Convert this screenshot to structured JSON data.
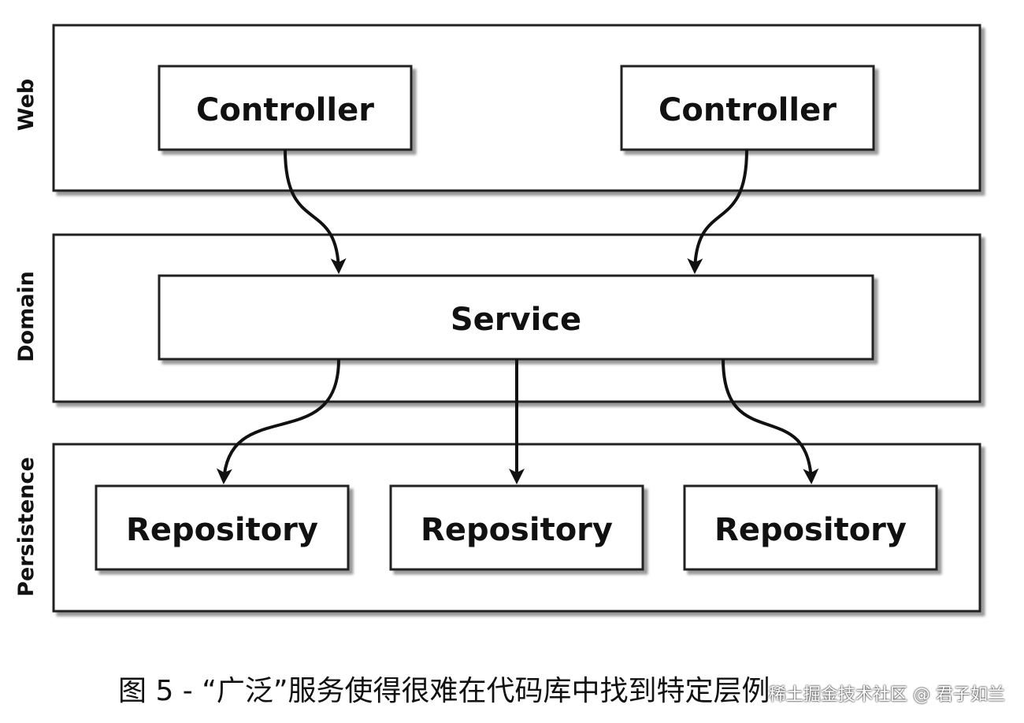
{
  "layers": [
    {
      "label": "Web"
    },
    {
      "label": "Domain"
    },
    {
      "label": "Persistence"
    }
  ],
  "boxes": {
    "controller_left": "Controller",
    "controller_right": "Controller",
    "service": "Service",
    "repository_left": "Repository",
    "repository_middle": "Repository",
    "repository_right": "Repository"
  },
  "caption": "图 5 - “广泛”服务使得很难在代码库中找到特定层例",
  "watermark": "稀土掘金技术社区 @ 君子如兰"
}
